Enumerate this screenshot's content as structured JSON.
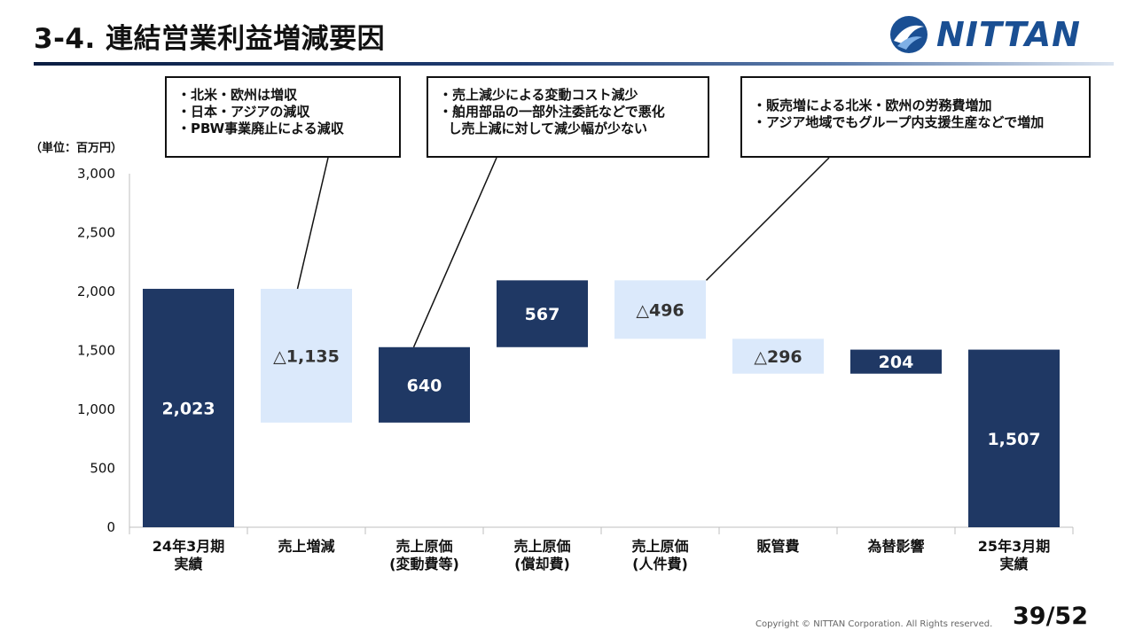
{
  "page_title": "3-4. 連結営業利益増減要因",
  "logo": {
    "text": "NITTAN",
    "icon": "nittan-swirl-logo-icon"
  },
  "unit_label": "（単位：百万円）",
  "notes": [
    [
      "・北米・欧州は増収",
      "・日本・アジアの減収",
      "・PBW事業廃止による減収"
    ],
    [
      "・売上減少による変動コスト減少",
      "・舶用部品の一部外注委託などで悪化",
      "  し売上減に対して減少幅が少ない"
    ],
    [
      "・販売増による北米・欧州の労務費増加",
      "・アジア地域でもグループ内支援生産などで増加"
    ]
  ],
  "colors": {
    "dark_bar": "#1f3864",
    "light_bar": "#dbe9fb",
    "title_rule": "#1f3d73",
    "logo": "#1a4f93"
  },
  "chart_data": {
    "type": "bar",
    "subtype": "waterfall",
    "ylim": [
      0,
      3000
    ],
    "yticks": [
      "0",
      "500",
      "1,000",
      "1,500",
      "2,000",
      "2,500",
      "3,000"
    ],
    "ytick_values": [
      0,
      500,
      1000,
      1500,
      2000,
      2500,
      3000
    ],
    "categories": [
      [
        "24年3月期",
        "実績"
      ],
      [
        "売上増減"
      ],
      [
        "売上原価",
        "(変動費等)"
      ],
      [
        "売上原価",
        "(償却費)"
      ],
      [
        "売上原価",
        "(人件費)"
      ],
      [
        "販管費"
      ],
      [
        "為替影響"
      ],
      [
        "25年3月期",
        "実績"
      ]
    ],
    "bars": [
      {
        "base": 0,
        "top": 2023,
        "label": "2,023",
        "kind": "total"
      },
      {
        "base": 888,
        "top": 2023,
        "label": "△1,135",
        "kind": "decrease"
      },
      {
        "base": 888,
        "top": 1528,
        "label": "640",
        "kind": "increase"
      },
      {
        "base": 1528,
        "top": 2095,
        "label": "567",
        "kind": "increase"
      },
      {
        "base": 1599,
        "top": 2095,
        "label": "△496",
        "kind": "decrease"
      },
      {
        "base": 1303,
        "top": 1599,
        "label": "△296",
        "kind": "decrease"
      },
      {
        "base": 1303,
        "top": 1507,
        "label": "204",
        "kind": "increase"
      },
      {
        "base": 0,
        "top": 1507,
        "label": "1,507",
        "kind": "total"
      }
    ],
    "grid": false,
    "legend": "none"
  },
  "footer": {
    "copyright": "Copyright © NITTAN Corporation. All Rights reserved.",
    "page_number": "39/52"
  }
}
